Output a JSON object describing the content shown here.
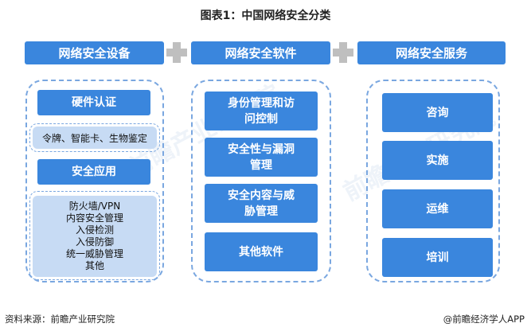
{
  "title": "图表1：中国网络安全分类",
  "columns": [
    {
      "header": "网络安全设备"
    },
    {
      "header": "网络安全软件"
    },
    {
      "header": "网络安全服务"
    }
  ],
  "devices": {
    "hardware_auth": "硬件认证",
    "hardware_auth_detail": "令牌、智能卡、生物鉴定",
    "security_app": "安全应用",
    "security_app_items": [
      "防火墙/VPN",
      "内容安全管理",
      "入侵检测",
      "入侵防御",
      "统一威胁管理",
      "其他"
    ]
  },
  "software": [
    {
      "line1": "身份管理和访",
      "line2": "问控制"
    },
    {
      "line1": "安全性与漏洞",
      "line2": "管理"
    },
    {
      "line1": "安全内容与威",
      "line2": "胁管理"
    },
    {
      "line1": "其他软件",
      "line2": ""
    }
  ],
  "services": [
    "咨询",
    "实施",
    "运维",
    "培训"
  ],
  "footer": {
    "source": "资料来源：前瞻产业研究院",
    "brand": "@前瞻经济学人APP"
  },
  "watermark": "前瞻产业研究院",
  "colors": {
    "primary": "#3a86dd",
    "light": "#c7dbf4",
    "dashed": "#7aa7e0",
    "plus": "#bfbfbf"
  }
}
